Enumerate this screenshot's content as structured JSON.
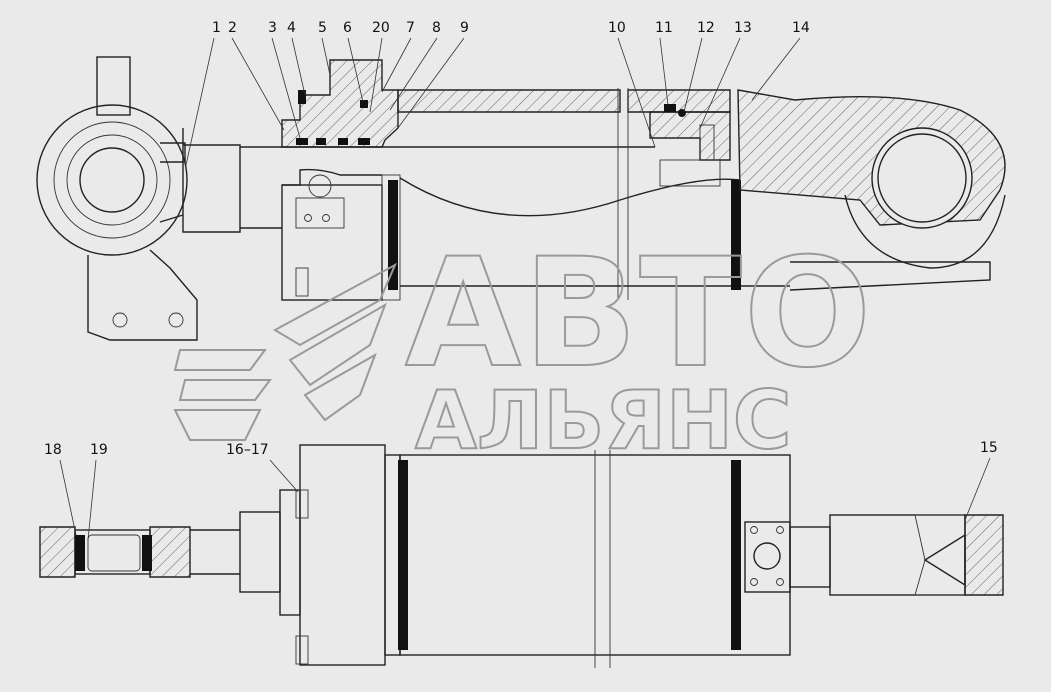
{
  "colors": {
    "background": "#eaeaea",
    "line": "#222222",
    "watermark": "#9a9a9a"
  },
  "callouts_top": [
    {
      "label": "1"
    },
    {
      "label": "2"
    },
    {
      "label": "3"
    },
    {
      "label": "4"
    },
    {
      "label": "5"
    },
    {
      "label": "6"
    },
    {
      "label": "20"
    },
    {
      "label": "7"
    },
    {
      "label": "8"
    },
    {
      "label": "9"
    },
    {
      "label": "10"
    },
    {
      "label": "11"
    },
    {
      "label": "12"
    },
    {
      "label": "13"
    },
    {
      "label": "14"
    }
  ],
  "callouts_bottom": [
    {
      "label": "18"
    },
    {
      "label": "19"
    },
    {
      "label": "16–17"
    },
    {
      "label": "15"
    }
  ],
  "watermark": {
    "line1": "АВТО",
    "line2": "АЛЬЯНС"
  }
}
